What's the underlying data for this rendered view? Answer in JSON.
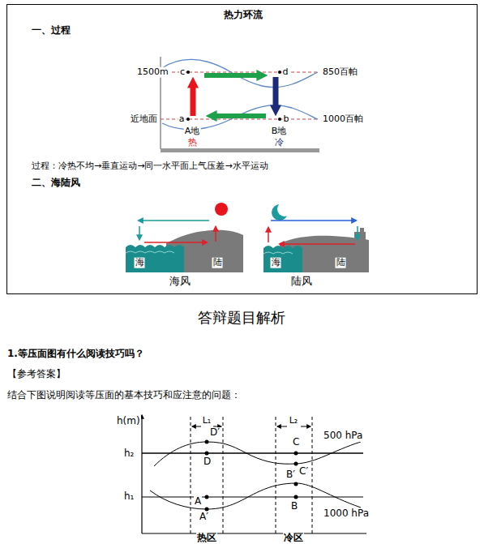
{
  "diagram": {
    "title": "热力环流",
    "labels": [
      "一、过程",
      "1500m",
      "c",
      "d",
      "850百帕",
      "近地面",
      "a",
      "b",
      "1000百帕",
      "A地",
      "B地",
      "热",
      "冷",
      "过程：冷热不均→垂直运动→同一水平面上气压差→水平运动",
      "二、海陆风",
      "海",
      "陆",
      "海",
      "陆",
      "海风",
      "陆风",
      "答辩题目解析",
      "1.等压面图有什么阅读技巧吗？",
      "【参考答案】",
      "结合下图说明阅读等压面的基本技巧和应注意的问题：",
      "h(m)",
      "L₁",
      "L₂",
      "D′",
      "500 hPa",
      "h₂",
      "D",
      "C",
      "C′",
      "B′",
      "h₁",
      "A",
      "B",
      "A′",
      "1000 hPa",
      "热区",
      "冷区"
    ]
  }
}
